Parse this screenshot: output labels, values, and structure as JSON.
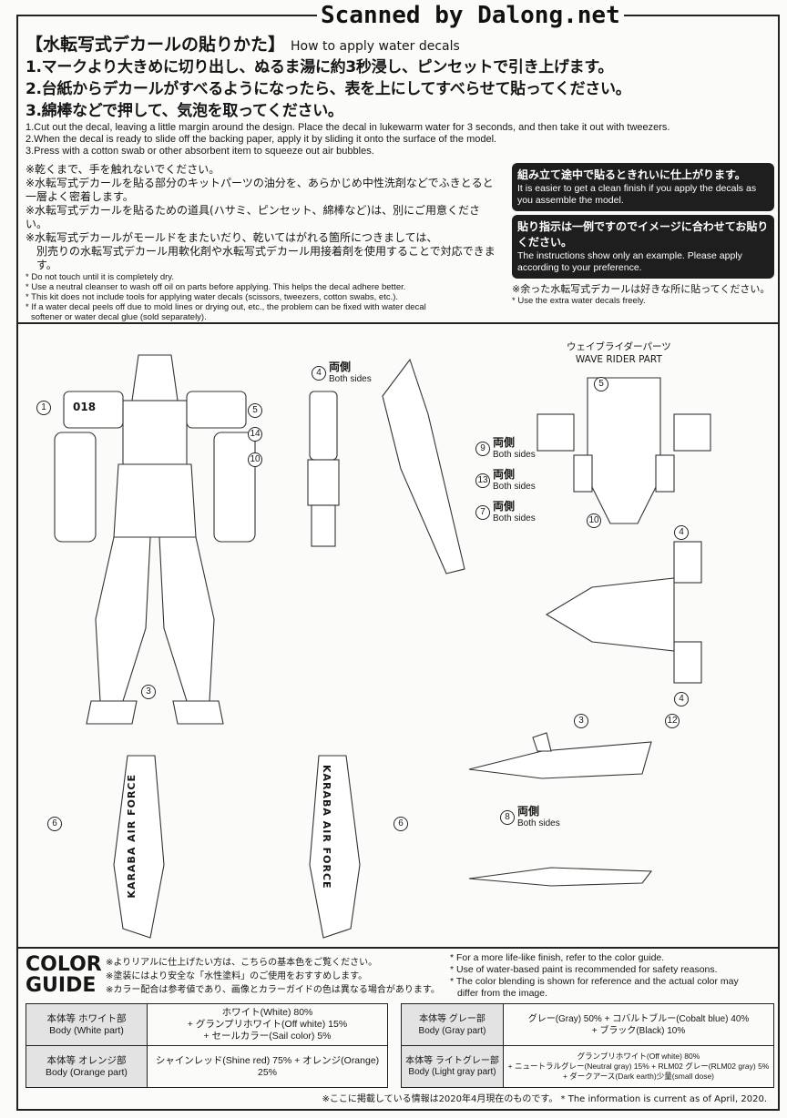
{
  "watermark": "Scanned by Dalong.net",
  "header": {
    "title_jp": "【水転写式デカールの貼りかた】",
    "title_en": "How to apply water decals"
  },
  "steps_jp": [
    "1.マークより大きめに切り出し、ぬるま湯に約3秒浸し、ピンセットで引き上げます。",
    "2.台紙からデカールがすべるようになったら、表を上にしてすべらせて貼ってください。",
    "3.綿棒などで押して、気泡を取ってください。"
  ],
  "steps_en": [
    "1.Cut out the decal, leaving a little margin around the design. Place the decal in lukewarm water for 3 seconds, and then take it out with tweezers.",
    "2.When the decal is ready to slide off the backing paper, apply it by sliding it onto the surface of the model.",
    "3.Press with a cotton swab or other absorbent item to squeeze out air bubbles."
  ],
  "notes_jp": [
    "※乾くまで、手を触れないでください。",
    "※水転写式デカールを貼る部分のキットパーツの油分を、あらかじめ中性洗剤などでふきとると一層よく密着します。",
    "※水転写式デカールを貼るための道具(ハサミ、ピンセット、綿棒など)は、別にご用意ください。",
    "※水転写式デカールがモールドをまたいだり、乾いてはがれる箇所につきましては、",
    "別売りの水転写式デカール用軟化剤や水転写式デカール用接着剤を使用することで対応できます。"
  ],
  "notes_en": [
    "* Do not touch until it is completely dry.",
    "* Use a neutral cleanser to wash off oil on parts before applying. This helps the decal adhere better.",
    "* This kit does not include tools for applying water decals (scissors, tweezers, cotton swabs, etc.).",
    "* If a water decal peels off due to mold lines or drying out, etc., the problem can be fixed with water decal",
    "softener or water decal glue (sold separately)."
  ],
  "tip_boxes": [
    {
      "jp": "組み立て途中で貼るときれいに仕上がります。",
      "en": "It is easier to get a clean finish if you apply the decals as you assemble the model."
    },
    {
      "jp": "貼り指示は一例ですのでイメージに合わせてお貼りください。",
      "en": "The instructions show only an example. Please apply according to your preference."
    }
  ],
  "extra_note": {
    "jp": "※余った水転写式デカールは好きな所に貼ってください。",
    "en": "* Use the extra water decals freely."
  },
  "diagram": {
    "both_jp": "両側",
    "both_en": "Both sides",
    "wave_rider_jp": "ウェイブライダーパーツ",
    "wave_rider_en": "WAVE RIDER PART",
    "labels": {
      "l1": "1",
      "l5": "5",
      "l14": "14",
      "l10": "10",
      "l3": "3",
      "l6a": "6",
      "l6b": "6",
      "l4": "4",
      "l9": "9",
      "l13": "13",
      "l7": "7",
      "w5": "5",
      "w10": "10",
      "w4a": "4",
      "w4b": "4",
      "w3": "3",
      "w12": "12",
      "w8": "8"
    },
    "decal_text": "KARABA AIR FORCE",
    "decal_num": "018"
  },
  "color_guide": {
    "title1": "COLOR",
    "title2": "GUIDE",
    "notes_jp": [
      "※よりリアルに仕上げたい方は、こちらの基本色をご覧ください。",
      "※塗装にはより安全な「水性塗料」のご使用をおすすめします。",
      "※カラー配合は参考値であり、画像とカラーガイドの色は異なる場合があります。"
    ],
    "notes_en": [
      "* For a more life-like finish, refer to the color guide.",
      "* Use of water-based paint is recommended for safety reasons.",
      "* The color blending is shown for reference and the actual color may",
      "  differ from the image."
    ],
    "left": [
      {
        "jp": "本体等 ホワイト部",
        "en": "Body (White part)",
        "mix": [
          "ホワイト(White) 80%",
          "+ グランプリホワイト(Off white) 15%",
          "+ セールカラー(Sail color) 5%"
        ]
      },
      {
        "jp": "本体等 オレンジ部",
        "en": "Body (Orange part)",
        "mix": [
          "シャインレッド(Shine red) 75% + オレンジ(Orange) 25%"
        ]
      }
    ],
    "right": [
      {
        "jp": "本体等 グレー部",
        "en": "Body (Gray part)",
        "mix": [
          "グレー(Gray) 50% + コバルトブルー(Cobalt blue) 40%",
          "+ ブラック(Black) 10%"
        ]
      },
      {
        "jp": "本体等 ライトグレー部",
        "en": "Body (Light gray part)",
        "mix": [
          "グランプリホワイト(Off white) 80%",
          "+ ニュートラルグレー(Neutral gray) 15% + RLM02 グレー(RLM02 gray) 5%",
          "+ ダークアース(Dark earth)少量(small dose)"
        ]
      }
    ]
  },
  "footer": "※ここに掲載している情報は2020年4月現在のものです。 * The information is current as of April, 2020."
}
